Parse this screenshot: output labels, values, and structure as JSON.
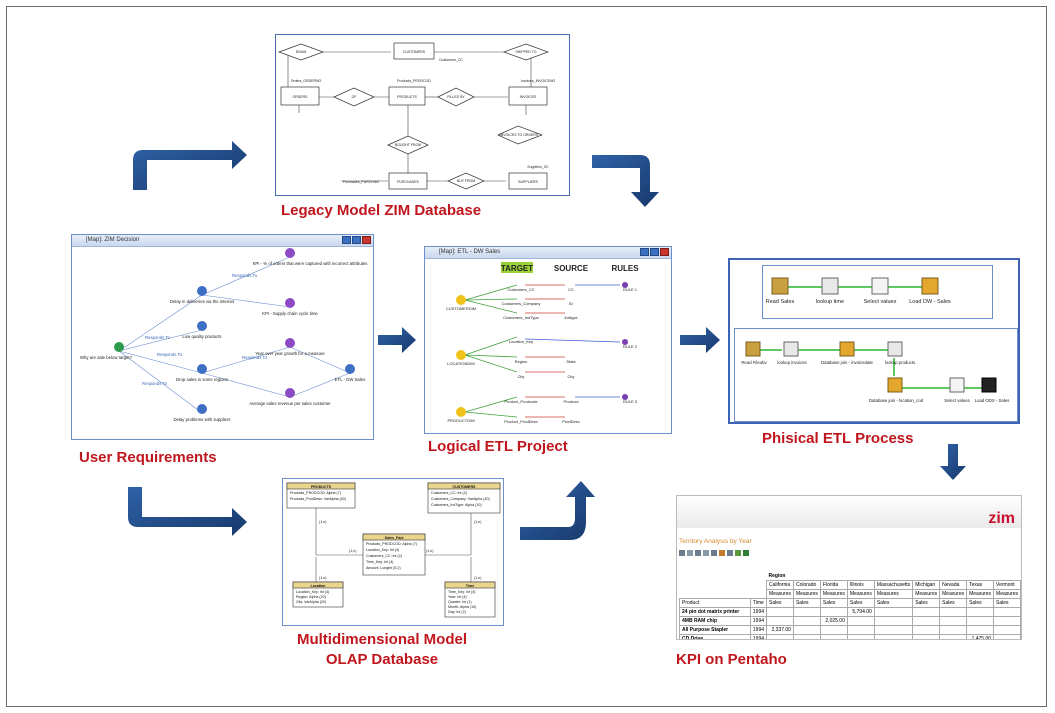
{
  "captions": {
    "legacy": "Legacy Model ZIM Database",
    "user_requirements": "User Requirements",
    "logical_etl": "Logical ETL Project",
    "physical_etl": "Phisical ETL Process",
    "multidim_line1": "Multidimensional Model",
    "multidim_line2": "OLAP Database",
    "kpi": "KPI on Pentaho"
  },
  "legacy_erd": {
    "entities": [
      "CUSTOMERS",
      "ORDERS",
      "PRODUCTS",
      "INVOICES",
      "PURCHASES",
      "SUPPLIERS"
    ],
    "relations": [
      "DRAW",
      "SHIPPED TO",
      "OF",
      "FILLED BY",
      "INVOICES TO ORDERS",
      "BOUGHT FROM",
      "BUY FROM"
    ],
    "tags": [
      "Customers_CC",
      "Orders_ORDERNO",
      "Products_PRODCOD",
      "Invoices_INVOICENO",
      "Suppliers_SC",
      "Purchases_PURCHNO"
    ]
  },
  "user_req": {
    "title": "[Map]: ZIM Decision",
    "nodes": [
      "Why are sale below target?",
      "Delay in deliveries via the internet",
      "Low quality products",
      "Drop sales in some regions",
      "Delay problems with suppliers",
      "KPI - % of orders that were captured with incorrect attributes",
      "KPI - Supply chain cycle time",
      "Year over year growth for a measure",
      "Average sales revenue per sales customer",
      "ETL - DW Sales"
    ],
    "link_label": "Responds To"
  },
  "logical_etl": {
    "title": "[Map]: ETL - DW Sales",
    "headers": {
      "target": "TARGET",
      "source": "SOURCE",
      "rules": "RULES"
    },
    "targets": [
      "CUSTOMERDIM",
      "LOCATIONDIM",
      "PRODUCTDIM"
    ],
    "target_fields": [
      "Customers_CC",
      "Customers_Company",
      "Customers_IndType",
      "Location_Key",
      "Region",
      "City",
      "Product_Prodcode",
      "Product_ProdDesc"
    ],
    "source_fields": [
      "CC",
      "ID",
      "Indtype",
      "State",
      "City",
      "Prodcod",
      "ProdDesc"
    ],
    "rules": [
      "RULE 1",
      "RULE 2",
      "RULE 3"
    ]
  },
  "physical_etl": {
    "top_steps": [
      "Read Sales",
      "lookup time",
      "Select values",
      "Load DW - Sales"
    ],
    "bottom_steps": [
      "Read Fileobv",
      "lookup invoices",
      "Database join - invoicedate",
      "lookup products",
      "Database join - location_cod",
      "Select values",
      "Load ODS - Sales"
    ]
  },
  "olap": {
    "tables": {
      "products": {
        "name": "PRODUCTS",
        "rows": [
          "Products_PRODCOD: Alpha (7)",
          "Products_ProdDesc: VarAlpha (40)"
        ]
      },
      "customers": {
        "name": "CUSTOMERS",
        "rows": [
          "Customers_CC: Int (2)",
          "Customers_Company: VarAlpha (40)",
          "Customers_IndType: Alpha (10)"
        ]
      },
      "fact": {
        "name": "Sales_Fact",
        "rows": [
          "Products_PRODCOD: Alpha (7)",
          "Location_Key: Int (4)",
          "Customers_CC: Int (2)",
          "Time_Key: Int (4)",
          "Amount: Longint (5,2)"
        ]
      },
      "location": {
        "name": "Location",
        "rows": [
          "Location_Key: Int (4)",
          "Region: Alpha (20)",
          "City: VarAlpha (20)"
        ]
      },
      "time": {
        "name": "Time",
        "rows": [
          "Time_Key: Int (4)",
          "Year: Int (4)",
          "Quarter: Int (1)",
          "Month: Alpha (10)",
          "Day: Int (2)"
        ]
      }
    },
    "cardinality": "(1,n)"
  },
  "kpi_report": {
    "title": "Territory Analysis by Year",
    "logo": "zim",
    "region_label": "Region",
    "regions": [
      "California",
      "Colorado",
      "Florida",
      "Illinois",
      "Massachusetts",
      "Michigan",
      "Nevada",
      "Texas",
      "Vermont"
    ],
    "measures_label": "Measures",
    "col_product": "Product",
    "col_time": "Time",
    "sales_label": "Sales",
    "rows": [
      {
        "product": "24 pin dot matrix printer",
        "time": "1994",
        "values": [
          "",
          "",
          "",
          "5,794.00",
          "",
          "",
          "",
          "",
          ""
        ]
      },
      {
        "product": "4MB RAM chip",
        "time": "1994",
        "values": [
          "",
          "",
          "2,025.00",
          "",
          "",
          "",
          "",
          "",
          ""
        ]
      },
      {
        "product": "All Purpose Stapler",
        "time": "1994",
        "values": [
          "2,337.00",
          "",
          "",
          "",
          "",
          "",
          "",
          "",
          ""
        ]
      },
      {
        "product": "CD Drive",
        "time": "1994",
        "values": [
          "",
          "",
          "",
          "",
          "",
          "",
          "",
          "1,475.00",
          ""
        ]
      }
    ]
  },
  "colors": {
    "caption": "#c0161d",
    "arrow": "#1f4e8c",
    "panel_border": "#6d8fc9"
  }
}
